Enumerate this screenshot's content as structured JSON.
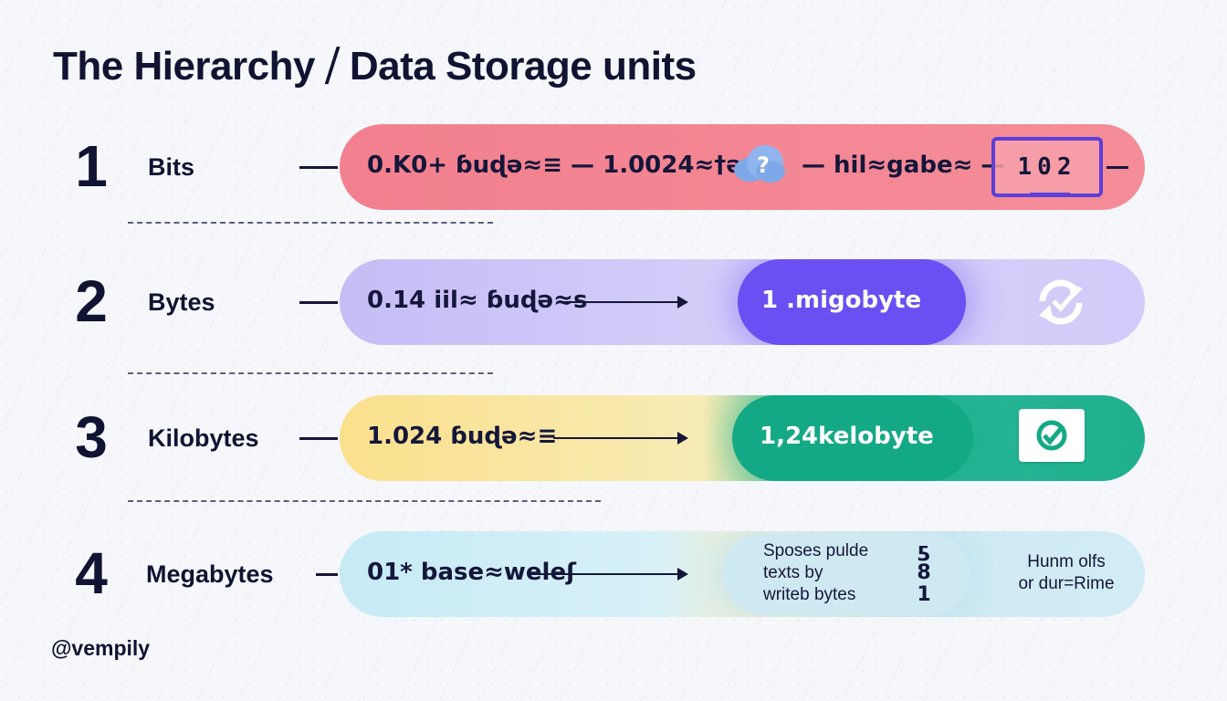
{
  "title": "The Hierarchy ⧸ Data Storage units",
  "brand": "@vempily",
  "rows": [
    {
      "num": "1",
      "label": "Bits",
      "left_text": "0.K0+ ɓuɖə≈≡ — 1.0024≈†ə≠≈",
      "mid_text": "— hil≈gabe≈ —",
      "counter_digits": "102",
      "icon": "cloud-question-icon"
    },
    {
      "num": "2",
      "label": "Bytes",
      "left_text": "0.14 iil≈ ɓuɖə≈s",
      "center_text": "1 .migobyte",
      "icon": "recycle-icon"
    },
    {
      "num": "3",
      "label": "Kilobytes",
      "left_text": "1.024 ɓuɖə≈≡",
      "center_text": "1,24kelobyte",
      "icon": "checkmark-icon"
    },
    {
      "num": "4",
      "label": "Megabytes",
      "left_text": "01* base≈weleʃ",
      "center_lines": [
        "Sposes pulde",
        "texts by",
        "writeb bytes"
      ],
      "center_nums": [
        "ƽ",
        "8",
        "1"
      ],
      "right_lines": [
        "Hunm olfs",
        "or dur=Rime"
      ]
    }
  ],
  "colors": {
    "row1": "#f48592",
    "row2": "#6a4ff2",
    "row3": "#14a985",
    "row4": "#cfe9f3",
    "text": "#14163a"
  }
}
